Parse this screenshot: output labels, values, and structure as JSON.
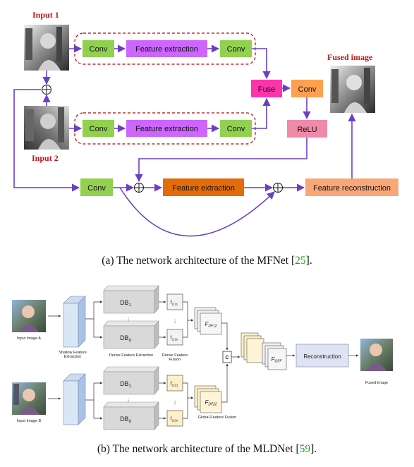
{
  "diagram_a": {
    "input1_label": "Input 1",
    "input2_label": "Input 2",
    "fused_label": "Fused image",
    "conv": "Conv",
    "feature_extraction": "Feature extraction",
    "fuse": "Fuse",
    "relu": "ReLU",
    "feature_reconstruction": "Feature reconstruction",
    "caption_prefix": "(a)  The network architecture of the MFNet [",
    "caption_cite": "25",
    "caption_suffix": "]."
  },
  "diagram_b": {
    "input_a": "Input Image A",
    "input_b": "Input Image B",
    "shallow": "Shallow Feature Extraction",
    "dense_extraction": "Dense Feature Extraction",
    "dense_fusion": "Dense Feature Fusion",
    "global_fusion": "Global Feature Fusion",
    "fused_image": "Fused Image",
    "db1": "DB",
    "db1_sub": "1",
    "dbd": "DB",
    "dbd_sub": "d",
    "f11": "f",
    "f11_sub": "d,11",
    "f1n": "f",
    "f1n_sub": "d,1n",
    "f21": "f",
    "f21_sub": "d,21",
    "f2n": "f",
    "f2n_sub": "d,2n",
    "fdf12": "F",
    "fdf12_sub": "DF12",
    "fdf22": "F",
    "fdf22_sub": "DF22",
    "fgff": "F",
    "fgff_sub": "GFF",
    "concat": "C",
    "dots": "...",
    "reconstruction": "Reconstruction",
    "caption_prefix": "(b)  The network architecture of the MLDNet [",
    "caption_cite": "59",
    "caption_suffix": "]."
  },
  "colors": {
    "purple_line": "#6a3fc8",
    "conv_green": "#92d050",
    "feature_violet": "#cc66ff",
    "fuse_pink": "#ff33aa",
    "conv_orange": "#ffa050",
    "relu_pink": "#f08aa8",
    "fe_dark_orange": "#e36c0a",
    "fr_orange": "#f8a878",
    "dashed_red": "#c00000"
  }
}
